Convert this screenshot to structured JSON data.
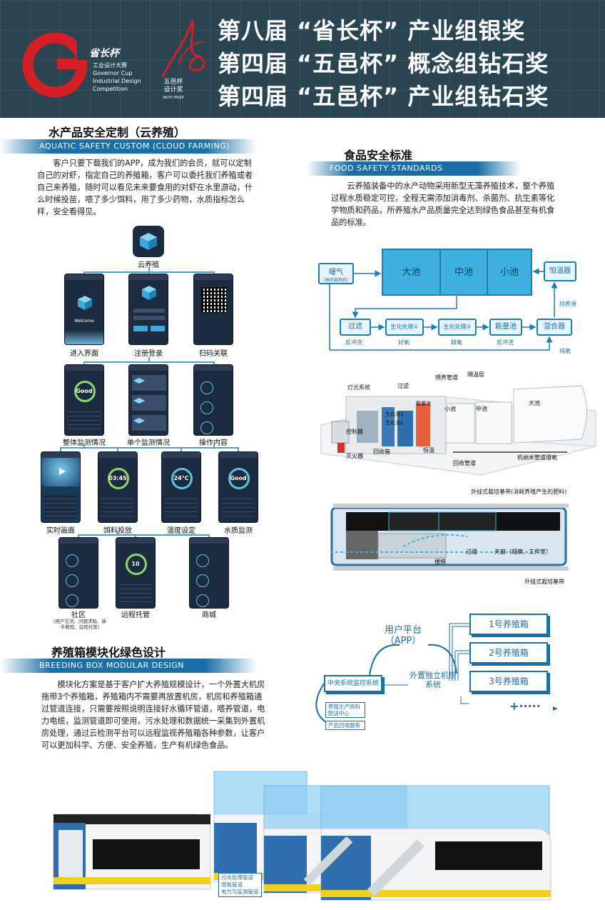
{
  "header": {
    "logo_cn": "省长杯",
    "logo_en1": "工业设计大赛",
    "logo_en2": "Governor Cup",
    "logo_en3": "Industrial Design",
    "logo_en4": "Competition",
    "prize_cn1": "五邑杯",
    "prize_cn2": "设计奖",
    "prize_en": "WUYI PRIZE",
    "awards": [
      {
        "plain": "第八届 “省长杯” 产业组",
        "bold": "银奖"
      },
      {
        "plain": "第四届 “五邑杯” 概念组",
        "bold": "钻石奖"
      },
      {
        "plain": "第四届 “五邑杯” 产业组",
        "bold": "钻石奖"
      }
    ]
  },
  "section_cloud": {
    "title": "水产品安全定制（云养殖）",
    "subtitle": "AQUATIC SAFETY CUSTOM (CLOUD FARMING)",
    "body": "客户只要下载我们的APP，成为我们的会员，就可以定制自己的对虾，指定自己的养殖箱，客户可以委托我们养殖或者自己来养殖，随时可以看见未来要食用的对虾在水里游动，什么时候投苗，喂了多少饵料，用了多少药物，水质指标怎么样，安全看得见。"
  },
  "app_tree": {
    "root_label": "云养殖",
    "level1": [
      "进入界面",
      "注册登录",
      "扫码关联"
    ],
    "level2": [
      "整体监测情况",
      "单个监测情况",
      "操作内容"
    ],
    "level3": [
      "实时画面",
      "饵料投放",
      "温度设定",
      "水质监测"
    ],
    "level4": [
      "社区",
      "远程托管",
      "商城"
    ],
    "community_note": "(用户交流、问题求助、新手教程、远程托管)",
    "screen_texts": {
      "welcome": "Welcome",
      "good": "Good",
      "time": "03:45",
      "temp": "24℃",
      "count": "10"
    }
  },
  "section_food": {
    "title": "食品安全标准",
    "subtitle": "FOOD SAFETY STANDARDS",
    "body": "云养殖装备中的水产动物采用新型无藻养殖技术，整个养殖过程水质稳定可控，全程无需添加消毒剂、杀菌剂、抗生素等化学物质和药品，所养殖水产品质量完全达到绿色食品甚至有机食品的标准。"
  },
  "flow": {
    "aeration": "曝气",
    "aeration_sub": "（高压鼓风机）",
    "pools": [
      "大池",
      "中池",
      "小池"
    ],
    "thermostat": "恒温器",
    "culture_liquid": "培养液",
    "steps": [
      "过滤",
      "生化处理①",
      "生化处理②",
      "能量池",
      "混合器"
    ],
    "step_labels": [
      "反冲洗",
      "好氧",
      "缺氧",
      "反冲洗"
    ],
    "pure_oxygen": "纯氧"
  },
  "cutaway": {
    "labels": [
      "灯光系统",
      "过滤",
      "喂养管道",
      "隔温层",
      "能量池",
      "生化池1",
      "生化池2",
      "小池",
      "中池",
      "大池",
      "控制器",
      "灭火器",
      "回收箱",
      "恒温",
      "回收管道",
      "机纳米管道增氧"
    ]
  },
  "topview": {
    "label_top": "外挂式栽培基带(消耗养殖产生的肥料)",
    "label_bottom": "外挂式栽培基带",
    "walkway": "过道",
    "skylight": "天窗（观察、工作室）",
    "stairs": "楼梯"
  },
  "network": {
    "user_platform": "用户平台",
    "app": "（APP）",
    "central": "中央系统监控系统",
    "engine_room": "外置独立机房系统",
    "boxes": [
      "1号养殖箱",
      "2号养殖箱",
      "3号养殖箱"
    ],
    "more": "+·····",
    "tag1": "养殖生产资料配送中心",
    "tag2": "产品回收服务"
  },
  "section_module": {
    "title": "养殖箱模块化绿色设计",
    "subtitle": "BREEDING BOX MODULAR DESIGN",
    "body": "模块化方案是基于客户扩大养殖规模设计，一个外置大机房拖带3个养殖箱，养殖箱内不需要再放置机房，机房和养殖箱通过管道连接，只需要按照说明连接好水循环管道，喂养管道，电力电缆，监测管道即可使用，污水处理和数据统一采集到外置机房处理，通过云检测平台可以远程监视养殖箱各种参数，让客户可以更加科学、方便、安全养殖，生产有机绿色食品。"
  },
  "render_labels": [
    "污水处理管道",
    "增氧管道",
    "电力与监测管道"
  ],
  "colors": {
    "header_bg": "#2a4452",
    "accent_blue": "#1a6fa8",
    "pool_blue": "#3fb0e0",
    "logo_red": "#d41f26"
  }
}
